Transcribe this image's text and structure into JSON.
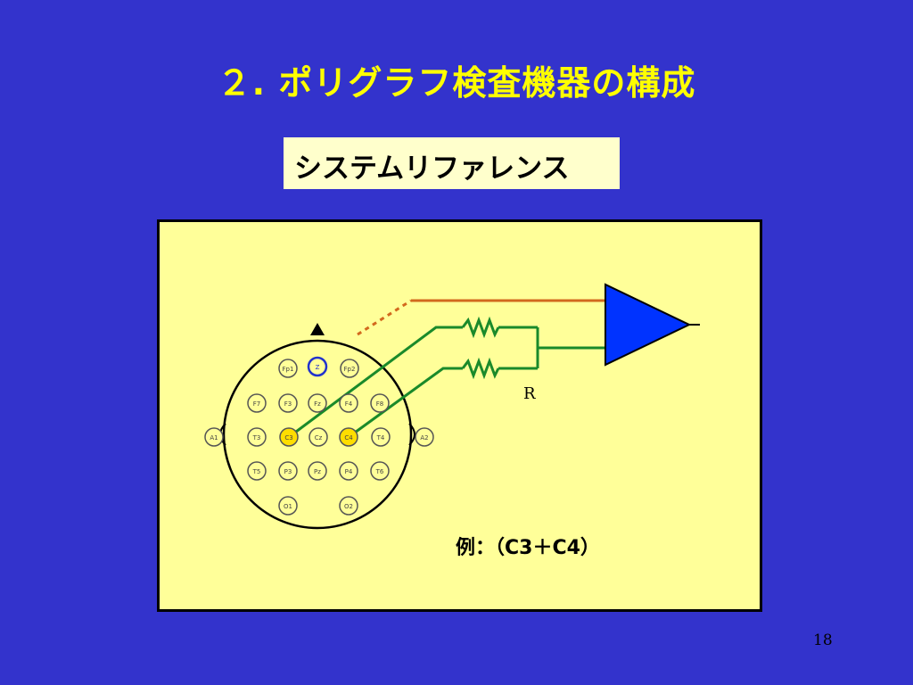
{
  "title": "２. ポリグラフ検査機器の構成",
  "subtitle": "システムリファレンス",
  "diagram": {
    "resistor_label": "R",
    "example_label": "例：（C3＋C4）",
    "electrodes": [
      {
        "id": "z",
        "label": "Z",
        "highlight": "blue"
      },
      {
        "id": "fp1",
        "label": "Fp1"
      },
      {
        "id": "fp2",
        "label": "Fp2"
      },
      {
        "id": "f7",
        "label": "F7"
      },
      {
        "id": "f3",
        "label": "F3"
      },
      {
        "id": "fz",
        "label": "Fz"
      },
      {
        "id": "f4",
        "label": "F4"
      },
      {
        "id": "f8",
        "label": "F8"
      },
      {
        "id": "a1",
        "label": "A1"
      },
      {
        "id": "t3",
        "label": "T3"
      },
      {
        "id": "c3",
        "label": "C3",
        "highlight": "yellow"
      },
      {
        "id": "cz",
        "label": "Cz"
      },
      {
        "id": "c4",
        "label": "C4",
        "highlight": "yellow"
      },
      {
        "id": "t4",
        "label": "T4"
      },
      {
        "id": "a2",
        "label": "A2"
      },
      {
        "id": "t5",
        "label": "T5"
      },
      {
        "id": "p3",
        "label": "P3"
      },
      {
        "id": "pz",
        "label": "Pz"
      },
      {
        "id": "p4",
        "label": "P4"
      },
      {
        "id": "t6",
        "label": "T6"
      },
      {
        "id": "o1",
        "label": "O1"
      },
      {
        "id": "o2",
        "label": "O2"
      }
    ],
    "colors": {
      "background": "#ffff99",
      "wire_green": "#1a8a2a",
      "wire_red": "#d2691e",
      "amplifier": "#0033ff",
      "electrode_fill": "#ffff99",
      "electrode_highlight": "#ffdd00",
      "electrode_z_ring": "#2233cc"
    }
  },
  "page_number": "18"
}
